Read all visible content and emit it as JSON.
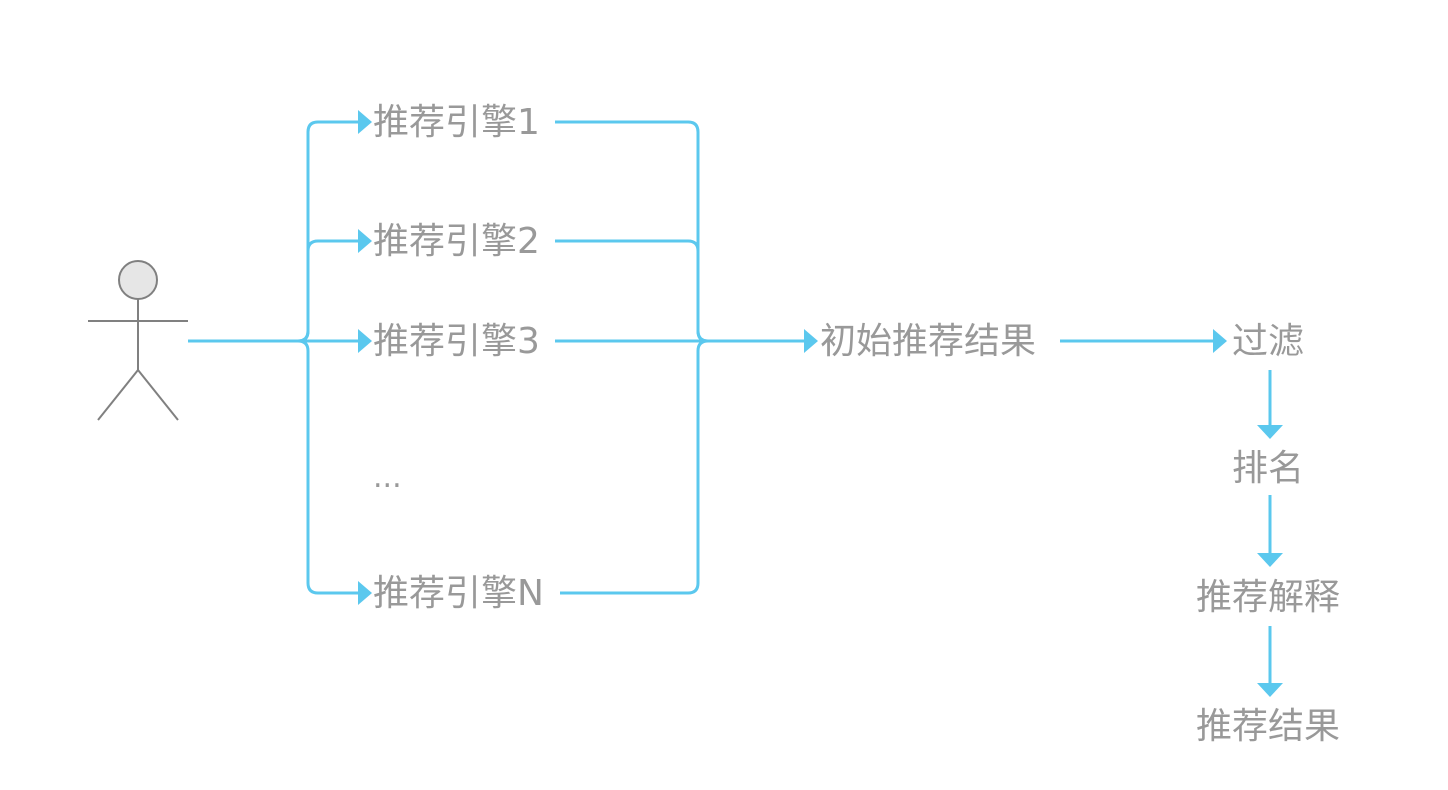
{
  "colors": {
    "connector": "#5bc8ee",
    "text": "#999999",
    "actor_stroke": "#808080",
    "actor_fill": "#e6e6e6"
  },
  "actor": {
    "icon": "user-stick-figure-icon"
  },
  "engines": [
    {
      "label": "推荐引擎1"
    },
    {
      "label": "推荐引擎2"
    },
    {
      "label": "推荐引擎3"
    },
    {
      "label": "..."
    },
    {
      "label": "推荐引擎N"
    }
  ],
  "pipeline": {
    "initial_results": "初始推荐结果",
    "filter": "过滤",
    "ranking": "排名",
    "explanation": "推荐解释",
    "final_results": "推荐结果"
  }
}
